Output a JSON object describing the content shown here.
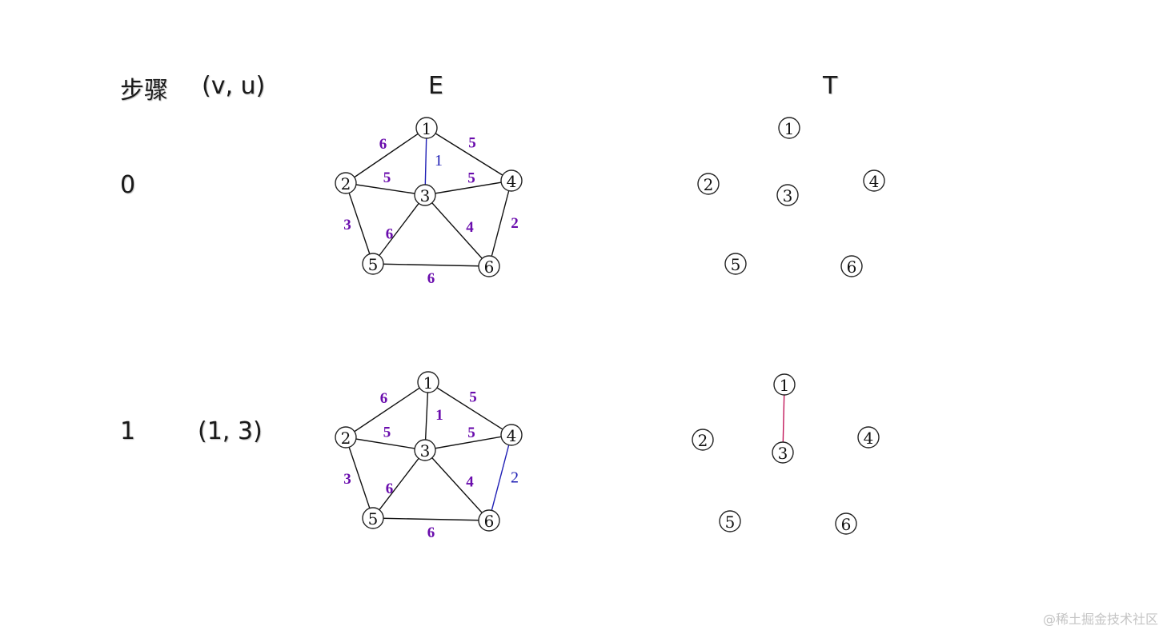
{
  "headers": {
    "step": "步骤",
    "edge": "(v, u)",
    "E": "E",
    "T": "T"
  },
  "steps": [
    {
      "step": "0",
      "edge": ""
    },
    {
      "step": "1",
      "edge": "(1, 3)"
    }
  ],
  "colors": {
    "edge": "#111111",
    "weight": "#6a0dad",
    "highlight": "#1f1fb5",
    "tree_edge": "#c2185b"
  },
  "graph_E": {
    "nodes": [
      "1",
      "2",
      "3",
      "4",
      "5",
      "6"
    ],
    "edges": [
      {
        "from": "1",
        "to": "2",
        "weight": "6"
      },
      {
        "from": "1",
        "to": "4",
        "weight": "5"
      },
      {
        "from": "1",
        "to": "3",
        "weight": "1"
      },
      {
        "from": "2",
        "to": "3",
        "weight": "5"
      },
      {
        "from": "3",
        "to": "4",
        "weight": "5"
      },
      {
        "from": "2",
        "to": "5",
        "weight": "3"
      },
      {
        "from": "3",
        "to": "5",
        "weight": "6"
      },
      {
        "from": "3",
        "to": "6",
        "weight": "4"
      },
      {
        "from": "4",
        "to": "6",
        "weight": "2"
      },
      {
        "from": "5",
        "to": "6",
        "weight": "6"
      }
    ]
  },
  "rows": [
    {
      "highlight_edge": [
        "1",
        "3"
      ],
      "tree_edges": []
    },
    {
      "highlight_edge": [
        "4",
        "6"
      ],
      "tree_edges": [
        [
          "1",
          "3"
        ]
      ]
    }
  ],
  "watermark": "@稀土掘金技术社区"
}
